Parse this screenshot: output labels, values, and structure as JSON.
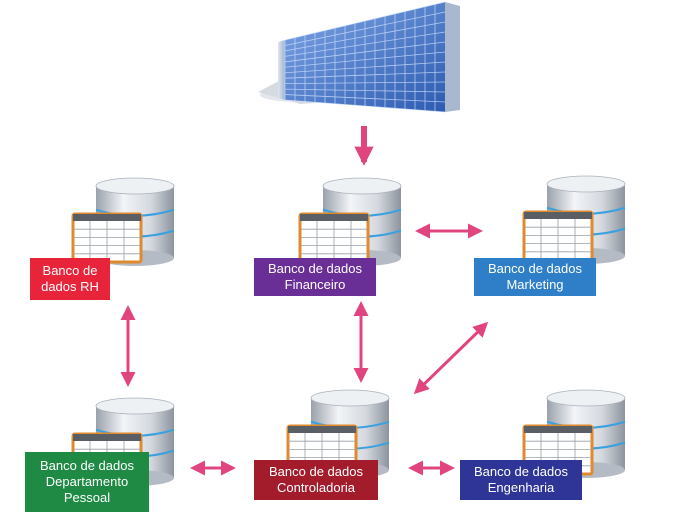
{
  "nodes": {
    "rh": {
      "label": "Banco de\ndados RH",
      "color": "#e8243a"
    },
    "financeiro": {
      "label": "Banco de dados\nFinanceiro",
      "color": "#6a2f97"
    },
    "marketing": {
      "label": "Banco de dados\nMarketing",
      "color": "#2e7fc8"
    },
    "departamento_pessoal": {
      "label": "Banco de dados\nDepartamento\nPessoal",
      "color": "#1f8a44"
    },
    "controladoria": {
      "label": "Banco de dados\nControladoria",
      "color": "#a31c2b"
    },
    "engenharia": {
      "label": "Banco de dados\nEngenharia",
      "color": "#2f3596"
    }
  },
  "connections": [
    {
      "from": "building",
      "to": "financeiro",
      "style": "one-way"
    },
    {
      "from": "financeiro",
      "to": "marketing",
      "style": "two-way"
    },
    {
      "from": "rh",
      "to": "departamento_pessoal",
      "style": "two-way"
    },
    {
      "from": "financeiro",
      "to": "controladoria",
      "style": "two-way"
    },
    {
      "from": "marketing",
      "to": "controladoria",
      "style": "two-way"
    },
    {
      "from": "departamento_pessoal",
      "to": "controladoria",
      "style": "two-way"
    },
    {
      "from": "controladoria",
      "to": "engenharia",
      "style": "two-way"
    }
  ],
  "colors": {
    "arrow": "#e0457f",
    "building_glass": "#4a78c8",
    "cylinder": "#c9ced6",
    "sheet_frame": "#e08a2c"
  }
}
